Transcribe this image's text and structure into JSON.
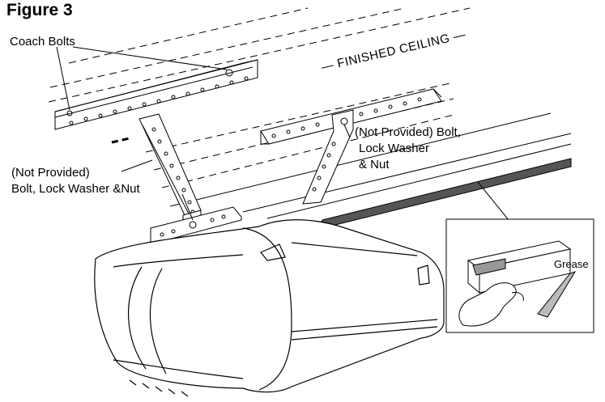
{
  "figure": {
    "title": "Figure 3",
    "labels": {
      "coach_bolts": "Coach Bolts",
      "finished_ceiling": "— FINISHED CEILING —",
      "right_bolt_line1": "(Not Provided) Bolt,",
      "right_bolt_line2": "Lock Washer",
      "right_bolt_line3": "& Nut",
      "left_bolt_line1": "(Not Provided)",
      "left_bolt_line2": "Bolt, Lock Washer &Nut",
      "grease": "Grease"
    }
  }
}
